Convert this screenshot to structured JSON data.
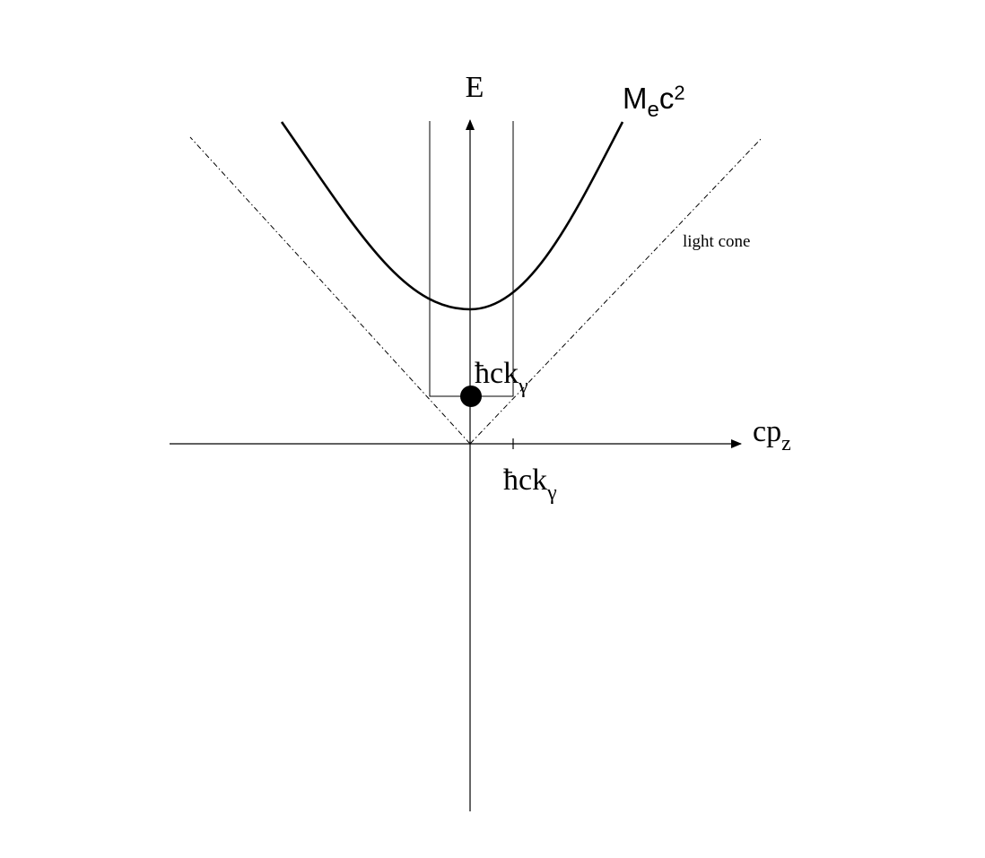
{
  "axes": {
    "vertical_label": "E",
    "horizontal_label_main": "cp",
    "horizontal_label_sub": "z"
  },
  "curve": {
    "label_main": "M",
    "label_sub": "e",
    "label_tail": "c",
    "label_sup": "2"
  },
  "light_cone": {
    "label": "light cone"
  },
  "photon_point": {
    "label_main": "ħck",
    "label_sub": "γ"
  },
  "tick": {
    "label_main": "ħck",
    "label_sub": "γ"
  },
  "colors": {
    "ink": "#000000",
    "background": "#ffffff"
  }
}
